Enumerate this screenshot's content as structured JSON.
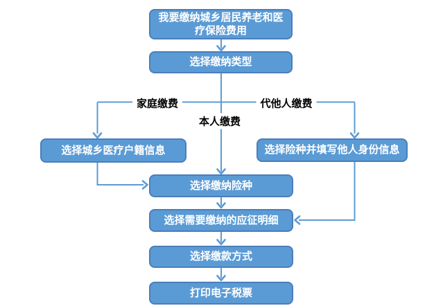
{
  "colors": {
    "node_fill": "#5B9BD5",
    "node_border": "#4A7EBB",
    "connector": "#5B9BD5",
    "node_text": "#FFFFFF",
    "label_text": "#000000",
    "canvas_bg": "#FFFFFF"
  },
  "flow": {
    "nodes": [
      {
        "id": "start",
        "lines": [
          "我要缴纳城乡居民养老和医",
          "疗保险费用"
        ],
        "label": "我要缴纳城乡居民养老和医疗保险费用"
      },
      {
        "id": "select-type",
        "label": "选择缴纳类型"
      },
      {
        "id": "household",
        "label": "选择城乡医疗户籍信息"
      },
      {
        "id": "other-identity",
        "label": "选择险种并填写他人身份信息"
      },
      {
        "id": "select-insurance",
        "label": "选择缴纳险种"
      },
      {
        "id": "select-detail",
        "label": "选择需要缴纳的应征明细"
      },
      {
        "id": "payment-method",
        "label": "选择缴款方式"
      },
      {
        "id": "print",
        "label": "打印电子税票"
      }
    ],
    "branch_labels": {
      "family": "家庭缴费",
      "self": "本人缴费",
      "other": "代他人缴费"
    },
    "edges": [
      {
        "from": "start",
        "to": "select-type"
      },
      {
        "from": "select-type",
        "to": "household",
        "label": "家庭缴费"
      },
      {
        "from": "select-type",
        "to": "select-insurance",
        "label": "本人缴费"
      },
      {
        "from": "select-type",
        "to": "other-identity",
        "label": "代他人缴费"
      },
      {
        "from": "household",
        "to": "select-insurance"
      },
      {
        "from": "other-identity",
        "to": "select-detail"
      },
      {
        "from": "select-insurance",
        "to": "select-detail"
      },
      {
        "from": "select-detail",
        "to": "payment-method"
      },
      {
        "from": "payment-method",
        "to": "print"
      }
    ]
  }
}
